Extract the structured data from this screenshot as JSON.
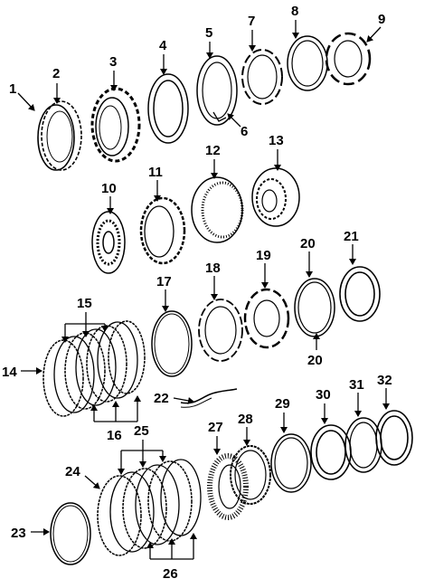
{
  "callouts": {
    "c1": "1",
    "c2": "2",
    "c3": "3",
    "c4": "4",
    "c5": "5",
    "c6": "6",
    "c7": "7",
    "c8": "8",
    "c9": "9",
    "c10": "10",
    "c11": "11",
    "c12": "12",
    "c13": "13",
    "c14": "14",
    "c15": "15",
    "c16": "16",
    "c17": "17",
    "c18": "18",
    "c19": "19",
    "c20a": "20",
    "c20b": "20",
    "c21": "21",
    "c22": "22",
    "c23": "23",
    "c24": "24",
    "c25": "25",
    "c26": "26",
    "c27": "27",
    "c28": "28",
    "c29": "29",
    "c30": "30",
    "c31": "31",
    "c32": "32"
  }
}
